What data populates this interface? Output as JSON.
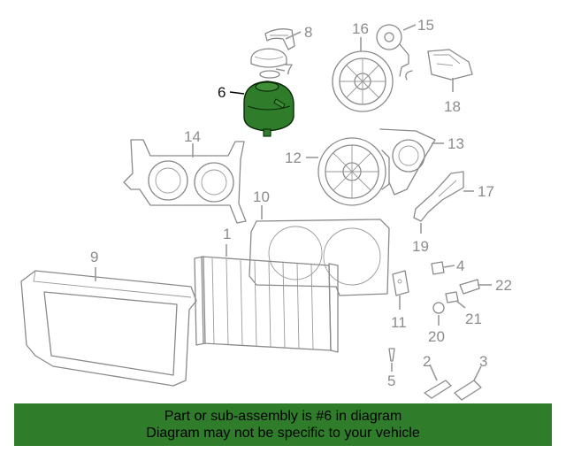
{
  "callouts": {
    "c1": "1",
    "c2": "2",
    "c3": "3",
    "c4": "4",
    "c5": "5",
    "c6": "6",
    "c7": "7",
    "c8": "8",
    "c9": "9",
    "c10": "10",
    "c11": "11",
    "c12": "12",
    "c13": "13",
    "c14": "14",
    "c15": "15",
    "c16": "16",
    "c17": "17",
    "c18": "18",
    "c19": "19",
    "c20": "20",
    "c21": "21",
    "c22": "22"
  },
  "highlight": {
    "color": "#2f7d2a"
  },
  "footer": {
    "line1": "Part or sub-assembly is #6 in diagram",
    "line2": "Diagram may not be specific to your vehicle",
    "background": "#2f7d2a"
  }
}
